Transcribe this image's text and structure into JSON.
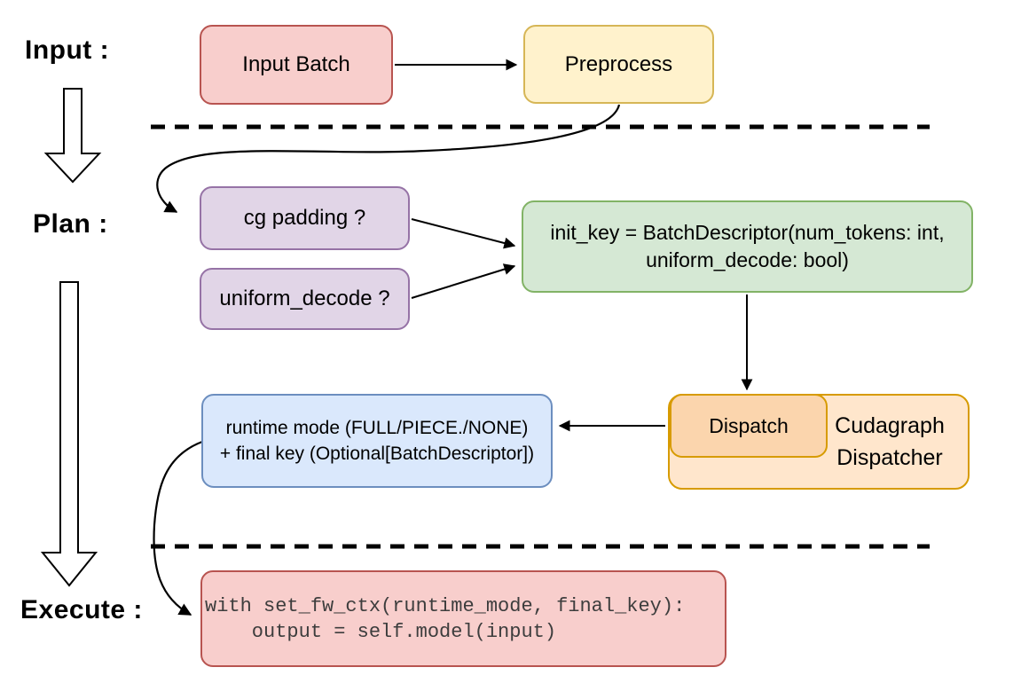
{
  "stages": {
    "input": "Input :",
    "plan": "Plan :",
    "execute": "Execute :"
  },
  "nodes": {
    "input_batch": {
      "label": "Input Batch"
    },
    "preprocess": {
      "label": "Preprocess"
    },
    "cg_padding": {
      "label": "cg padding ?"
    },
    "uniform_decode": {
      "label": "uniform_decode ?"
    },
    "init_key": {
      "line1": "init_key = BatchDescriptor(num_tokens: int,",
      "line2": "uniform_decode: bool)"
    },
    "dispatch": {
      "label": "Dispatch"
    },
    "dispatcher": {
      "line1": "Cudagraph",
      "line2": "Dispatcher"
    },
    "runtime_key": {
      "line1": "runtime mode (FULL/PIECE./NONE)",
      "line2": "+ final key (Optional[BatchDescriptor])"
    },
    "execute_code": {
      "line1": "with set_fw_ctx(runtime_mode, final_key):",
      "line2": "    output = self.model(input)"
    }
  },
  "edges": [
    {
      "from": "input_batch",
      "to": "preprocess"
    },
    {
      "from": "preprocess",
      "to": "cg_padding"
    },
    {
      "from": "cg_padding",
      "to": "init_key"
    },
    {
      "from": "uniform_decode",
      "to": "init_key"
    },
    {
      "from": "init_key",
      "to": "dispatch"
    },
    {
      "from": "dispatch",
      "to": "runtime_key"
    },
    {
      "from": "runtime_key",
      "to": "execute_code"
    },
    {
      "from": "stage_input",
      "to": "stage_plan"
    },
    {
      "from": "stage_plan",
      "to": "stage_execute"
    }
  ],
  "colors": {
    "red_fill": "#f8cecc",
    "red_stroke": "#b85450",
    "yellow_fill": "#fff2cc",
    "yellow_stroke": "#d6b656",
    "purple_fill": "#e1d5e7",
    "purple_stroke": "#9673a6",
    "green_fill": "#d5e8d4",
    "green_stroke": "#82b366",
    "blue_fill": "#dae8fc",
    "blue_stroke": "#6c8ebf",
    "orange_fill": "#ffe6cc",
    "orange_stroke": "#d79b00",
    "orange_inner_fill": "#fbd5ad",
    "arrow": "#000000",
    "code_text": "#3d3d3d"
  }
}
